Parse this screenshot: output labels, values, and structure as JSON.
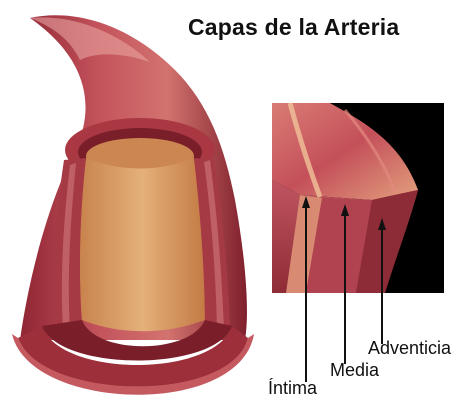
{
  "title": "Capas de la Arteria",
  "labels": {
    "adventicia": "Adventicia",
    "media": "Media",
    "intima": "Íntima"
  },
  "colors": {
    "outer_wall": "#b8454d",
    "media_layer": "#9c2f3a",
    "lumen": "#d99a63",
    "inset_background": "#000000"
  }
}
